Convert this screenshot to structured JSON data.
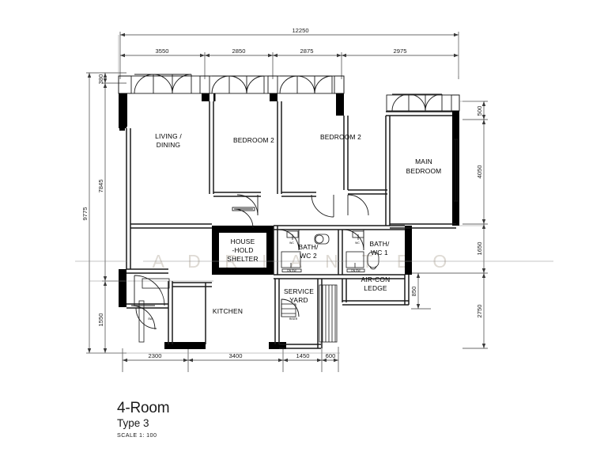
{
  "document": {
    "type": "floor-plan",
    "title": "4-Room",
    "subtitle": "Type 3",
    "scale": "SCALE  1: 100",
    "watermark": "A D R I A N   T E O"
  },
  "rooms": [
    {
      "id": "living-dining",
      "line1": "LIVING /",
      "line2": "DINING"
    },
    {
      "id": "bedroom-2-left",
      "line1": "BEDROOM 2",
      "line2": ""
    },
    {
      "id": "bedroom-2-right",
      "line1": "BEDROOM 2",
      "line2": ""
    },
    {
      "id": "main-bedroom",
      "line1": "MAIN",
      "line2": "BEDROOM"
    },
    {
      "id": "household-shelter",
      "line1": "HOUSE",
      "line2": "-HOLD",
      "line3": "SHELTER"
    },
    {
      "id": "bath-wc-2",
      "line1": "BATH/",
      "line2": "WC 2"
    },
    {
      "id": "bath-wc-1",
      "line1": "BATH/",
      "line2": "WC 1"
    },
    {
      "id": "kitchen",
      "line1": "KITCHEN",
      "line2": ""
    },
    {
      "id": "service-yard",
      "line1": "SERVICE",
      "line2": "YARD"
    },
    {
      "id": "air-con-ledge",
      "line1": "AIR-CON",
      "line2": "LEDGE"
    }
  ],
  "dimensions": {
    "top_overall": "12250",
    "top_segments": [
      "3550",
      "2850",
      "2875",
      "2975"
    ],
    "left_overall": "9775",
    "left_segments": [
      "380",
      "7845",
      "1550"
    ],
    "right_segments": [
      "500",
      "4050",
      "1650",
      "2750"
    ],
    "right_inner": "850",
    "bottom_segments": [
      "2300",
      "3400",
      "1450",
      "600"
    ]
  },
  "colors": {
    "wall_fill": "#000000",
    "line": "#1a1a1a",
    "dim_line": "#3a3a3a",
    "paper": "#ffffff",
    "watermark": "#dedad4"
  }
}
